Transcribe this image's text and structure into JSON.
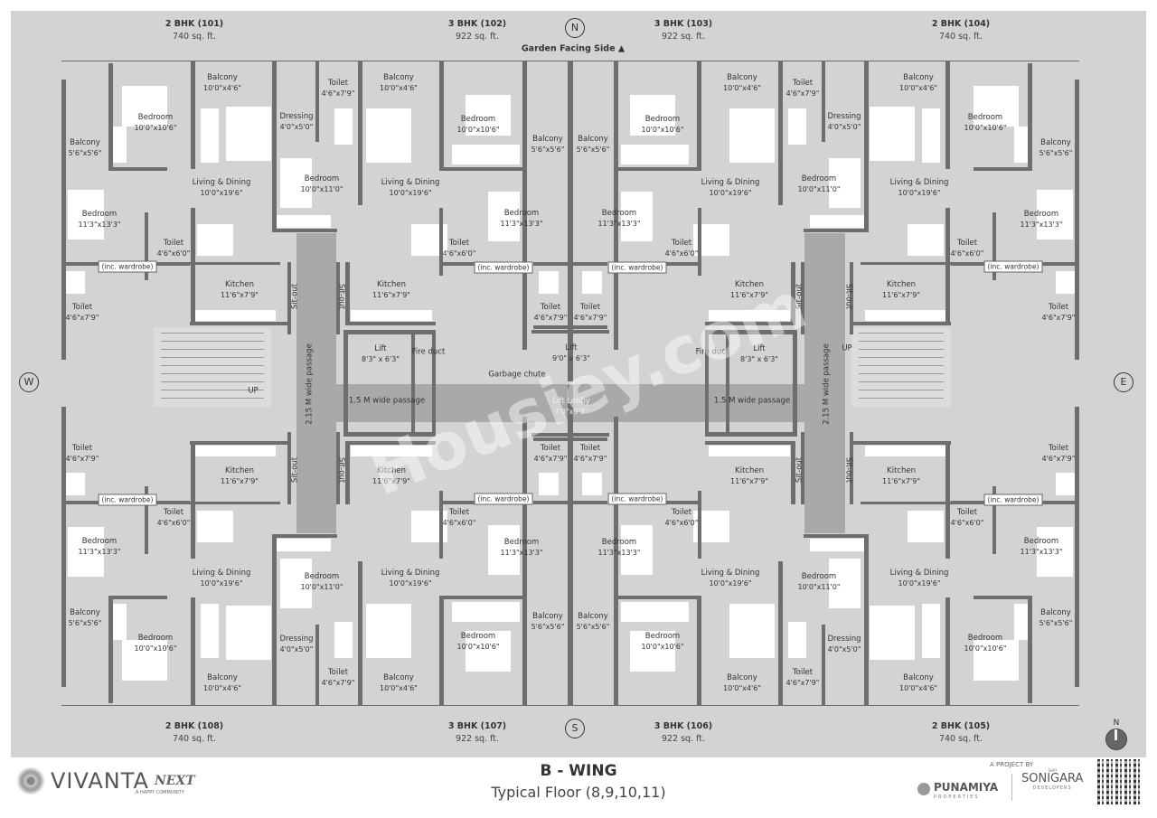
{
  "header": {
    "units_top": [
      {
        "type": "2 BHK (101)",
        "area": "740 sq. ft."
      },
      {
        "type": "3 BHK (102)",
        "area": "922 sq. ft."
      },
      {
        "type": "3 BHK (103)",
        "area": "922 sq. ft."
      },
      {
        "type": "2 BHK (104)",
        "area": "740 sq. ft."
      }
    ],
    "units_bottom": [
      {
        "type": "2 BHK (108)",
        "area": "740 sq. ft."
      },
      {
        "type": "3 BHK (107)",
        "area": "922 sq. ft."
      },
      {
        "type": "3 BHK (106)",
        "area": "922 sq. ft."
      },
      {
        "type": "2 BHK (105)",
        "area": "740 sq. ft."
      }
    ],
    "garden_label": "Garden Facing Side ▲"
  },
  "compass": {
    "north": "N",
    "south": "S",
    "west": "W",
    "east": "E",
    "north_arrow": "N"
  },
  "units": [
    {
      "id": "101",
      "kind": "2bhk",
      "rooms": [
        {
          "name": "Bedroom",
          "size": "10'0\"x10'6\""
        },
        {
          "name": "Balcony",
          "size": "5'6\"x5'6\""
        },
        {
          "name": "Balcony",
          "size": "10'0\"x4'6\""
        },
        {
          "name": "Living & Dining",
          "size": "10'0\"x19'6\""
        },
        {
          "name": "Bedroom",
          "size": "11'3\"x13'3\""
        },
        {
          "name": "Toilet",
          "size": "4'6\"x6'0\""
        },
        {
          "name": "(inc. wardrobe)",
          "size": ""
        },
        {
          "name": "Kitchen",
          "size": "11'6\"x7'9\""
        },
        {
          "name": "Toilet",
          "size": "4'6\"x7'9\""
        }
      ]
    },
    {
      "id": "102",
      "kind": "3bhk",
      "rooms": [
        {
          "name": "Toilet",
          "size": "4'6\"x7'9\""
        },
        {
          "name": "Dressing",
          "size": "4'0\"x5'0\""
        },
        {
          "name": "Bedroom",
          "size": "10'0\"x11'0\""
        },
        {
          "name": "Balcony",
          "size": "10'0\"x4'6\""
        },
        {
          "name": "Living & Dining",
          "size": "10'0\"x19'6\""
        },
        {
          "name": "Bedroom",
          "size": "10'0\"x10'6\""
        },
        {
          "name": "Balcony",
          "size": "5'6\"x5'6\""
        },
        {
          "name": "Bedroom",
          "size": "11'3\"x13'3\""
        },
        {
          "name": "Toilet",
          "size": "4'6\"x6'0\""
        },
        {
          "name": "(inc. wardrobe)",
          "size": ""
        },
        {
          "name": "Kitchen",
          "size": "11'6\"x7'9\""
        },
        {
          "name": "Toilet",
          "size": "4'6\"x7'9\""
        }
      ]
    },
    {
      "id": "103",
      "kind": "3bhk",
      "rooms": [
        {
          "name": "Toilet",
          "size": "4'6\"x7'9\""
        },
        {
          "name": "Dressing",
          "size": "4'0\"x5'0\""
        },
        {
          "name": "Bedroom",
          "size": "10'0\"x11'0\""
        },
        {
          "name": "Balcony",
          "size": "10'0\"x4'6\""
        },
        {
          "name": "Living & Dining",
          "size": "10'0\"x19'6\""
        },
        {
          "name": "Bedroom",
          "size": "10'0\"x10'6\""
        },
        {
          "name": "Balcony",
          "size": "5'6\"x5'6\""
        },
        {
          "name": "Bedroom",
          "size": "11'3\"x13'3\""
        },
        {
          "name": "Toilet",
          "size": "4'6\"x6'0\""
        },
        {
          "name": "(inc. wardrobe)",
          "size": ""
        },
        {
          "name": "Kitchen",
          "size": "11'6\"x7'9\""
        },
        {
          "name": "Toilet",
          "size": "4'6\"x7'9\""
        }
      ]
    },
    {
      "id": "104",
      "kind": "2bhk",
      "rooms": [
        {
          "name": "Bedroom",
          "size": "10'0\"x10'6\""
        },
        {
          "name": "Balcony",
          "size": "5'6\"x5'6\""
        },
        {
          "name": "Balcony",
          "size": "10'0\"x4'6\""
        },
        {
          "name": "Living & Dining",
          "size": "10'0\"x19'6\""
        },
        {
          "name": "Bedroom",
          "size": "11'3\"x13'3\""
        },
        {
          "name": "Toilet",
          "size": "4'6\"x6'0\""
        },
        {
          "name": "(inc. wardrobe)",
          "size": ""
        },
        {
          "name": "Kitchen",
          "size": "11'6\"x7'9\""
        },
        {
          "name": "Toilet",
          "size": "4'6\"x7'9\""
        }
      ]
    },
    {
      "id": "105",
      "kind": "2bhk",
      "rooms": [
        {
          "name": "Bedroom",
          "size": "10'0\"x10'6\""
        },
        {
          "name": "Balcony",
          "size": "5'6\"x5'6\""
        },
        {
          "name": "Balcony",
          "size": "10'0\"x4'6\""
        },
        {
          "name": "Living & Dining",
          "size": "10'0\"x19'6\""
        },
        {
          "name": "Bedroom",
          "size": "11'3\"x13'3\""
        },
        {
          "name": "Toilet",
          "size": "4'6\"x6'0\""
        },
        {
          "name": "(inc. wardrobe)",
          "size": ""
        },
        {
          "name": "Kitchen",
          "size": "11'6\"x7'9\""
        },
        {
          "name": "Toilet",
          "size": "4'6\"x7'9\""
        }
      ]
    },
    {
      "id": "106",
      "kind": "3bhk",
      "rooms": [
        {
          "name": "Toilet",
          "size": "4'6\"x7'9\""
        },
        {
          "name": "Dressing",
          "size": "4'0\"x5'0\""
        },
        {
          "name": "Bedroom",
          "size": "10'0\"x11'0\""
        },
        {
          "name": "Balcony",
          "size": "10'0\"x4'6\""
        },
        {
          "name": "Living & Dining",
          "size": "10'0\"x19'6\""
        },
        {
          "name": "Bedroom",
          "size": "10'0\"x10'6\""
        },
        {
          "name": "Balcony",
          "size": "5'6\"x5'6\""
        },
        {
          "name": "Bedroom",
          "size": "11'3\"x13'3\""
        },
        {
          "name": "Toilet",
          "size": "4'6\"x6'0\""
        },
        {
          "name": "(inc. wardrobe)",
          "size": ""
        },
        {
          "name": "Kitchen",
          "size": "11'6\"x7'9\""
        },
        {
          "name": "Toilet",
          "size": "4'6\"x7'9\""
        }
      ]
    },
    {
      "id": "107",
      "kind": "3bhk",
      "rooms": [
        {
          "name": "Toilet",
          "size": "4'6\"x7'9\""
        },
        {
          "name": "Dressing",
          "size": "4'0\"x5'0\""
        },
        {
          "name": "Bedroom",
          "size": "10'0\"x11'0\""
        },
        {
          "name": "Balcony",
          "size": "10'0\"x4'6\""
        },
        {
          "name": "Living & Dining",
          "size": "10'0\"x19'6\""
        },
        {
          "name": "Bedroom",
          "size": "10'0\"x10'6\""
        },
        {
          "name": "Balcony",
          "size": "5'6\"x5'6\""
        },
        {
          "name": "Bedroom",
          "size": "11'3\"x13'3\""
        },
        {
          "name": "Toilet",
          "size": "4'6\"x6'0\""
        },
        {
          "name": "(inc. wardrobe)",
          "size": ""
        },
        {
          "name": "Kitchen",
          "size": "11'6\"x7'9\""
        },
        {
          "name": "Toilet",
          "size": "4'6\"x7'9\""
        }
      ]
    },
    {
      "id": "108",
      "kind": "2bhk",
      "rooms": [
        {
          "name": "Bedroom",
          "size": "10'0\"x10'6\""
        },
        {
          "name": "Balcony",
          "size": "5'6\"x5'6\""
        },
        {
          "name": "Balcony",
          "size": "10'0\"x4'6\""
        },
        {
          "name": "Living & Dining",
          "size": "10'0\"x19'6\""
        },
        {
          "name": "Bedroom",
          "size": "11'3\"x13'3\""
        },
        {
          "name": "Toilet",
          "size": "4'6\"x6'0\""
        },
        {
          "name": "(inc. wardrobe)",
          "size": ""
        },
        {
          "name": "Kitchen",
          "size": "11'6\"x7'9\""
        },
        {
          "name": "Toilet",
          "size": "4'6\"x7'9\""
        }
      ]
    }
  ],
  "common": [
    {
      "name": "Lift",
      "size": "8'3\" x 6'3\""
    },
    {
      "name": "Fire duct",
      "size": ""
    },
    {
      "name": "Lift",
      "size": "9'0\" x 6'3\""
    },
    {
      "name": "Garbage chute",
      "size": ""
    },
    {
      "name": "Fire duct",
      "size": ""
    },
    {
      "name": "Lift",
      "size": "8'3\" x 6'3\""
    },
    {
      "name": "1.5 M wide passage",
      "size": ""
    },
    {
      "name": "1.5 M wide passage",
      "size": ""
    },
    {
      "name": "2.15 M wide passage",
      "size": ""
    },
    {
      "name": "2.15 M wide passage",
      "size": ""
    },
    {
      "name": "Lift Lobby",
      "size": "7'0\"x9'3\""
    },
    {
      "name": "UP",
      "size": ""
    },
    {
      "name": "UP",
      "size": ""
    },
    {
      "name": "Sit-out",
      "size": ""
    },
    {
      "name": "Sit-out",
      "size": ""
    },
    {
      "name": "Sit-out",
      "size": ""
    },
    {
      "name": "Sit-out",
      "size": ""
    },
    {
      "name": "Sit-out",
      "size": ""
    },
    {
      "name": "Sit-out",
      "size": ""
    },
    {
      "name": "Sit-out",
      "size": ""
    },
    {
      "name": "Sit-out",
      "size": ""
    }
  ],
  "footer": {
    "brand_name": "VIVANTA",
    "brand_suffix": "NEXT",
    "brand_tagline": "A HAPPY COMMUNITY",
    "wing_title": "B - WING",
    "wing_subtitle": "Typical Floor (8,9,10,11)",
    "project_by": "A PROJECT BY",
    "developer1": "PUNAMIYA",
    "developer1_sub": "PROPERTIES",
    "developer2_prefix": "SHRI",
    "developer2": "SONIGARA",
    "developer2_sub": "DEVELOPERS"
  },
  "watermark": "Housiey.com",
  "colors": {
    "background": "#d3d3d3",
    "wall": "#6e6e6e",
    "corridor": "#a9a9a9",
    "furniture": "#ffffff"
  }
}
